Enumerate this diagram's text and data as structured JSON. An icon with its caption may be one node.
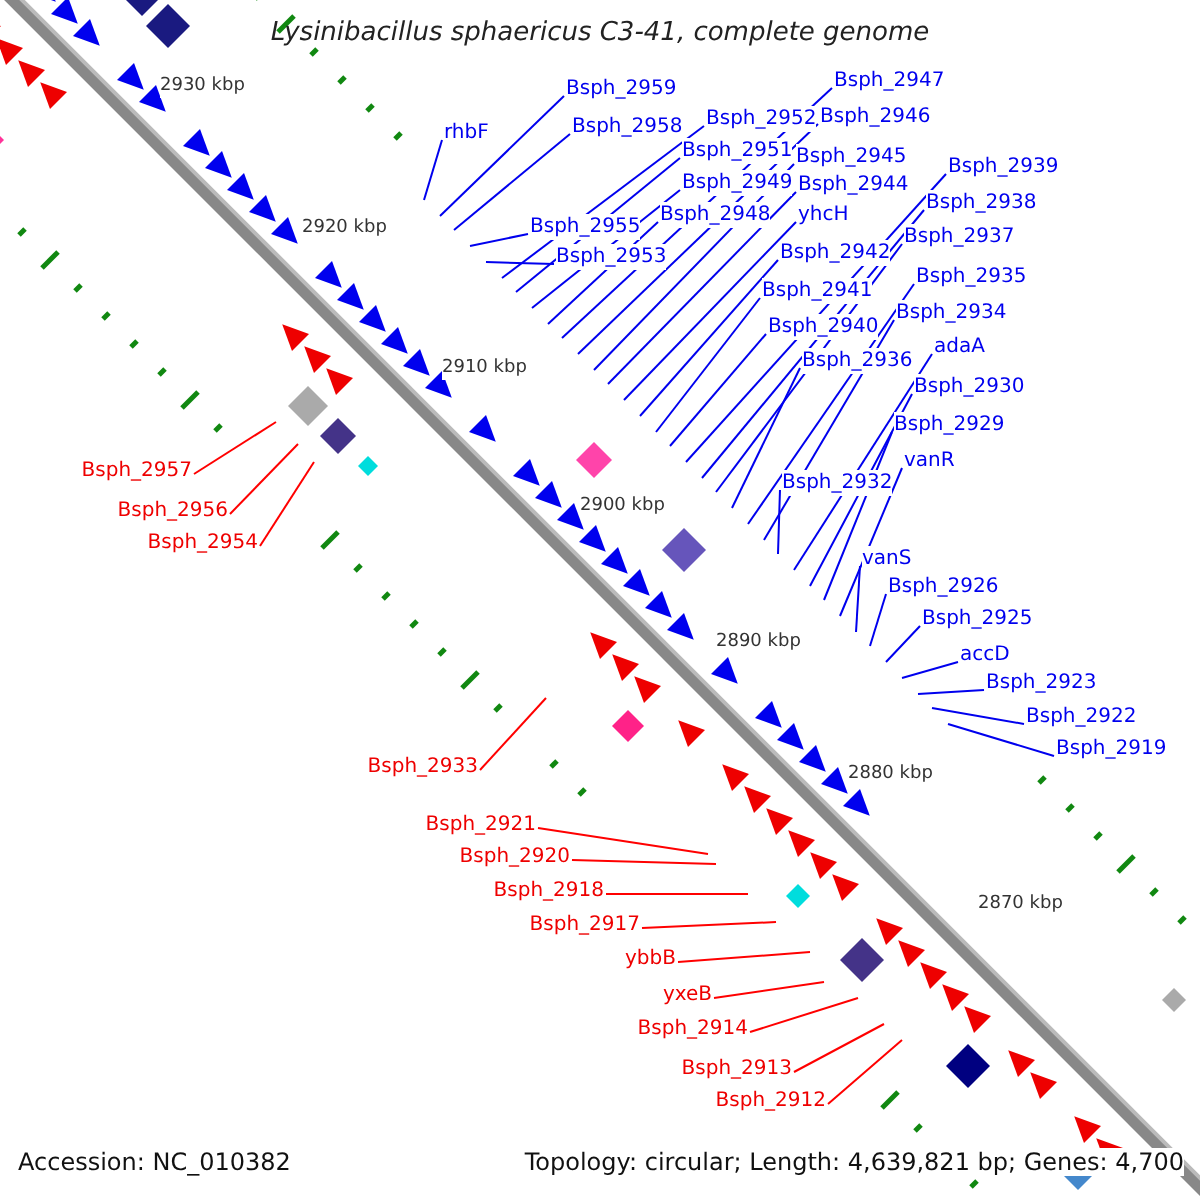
{
  "diagram": {
    "title": "Lysinibacillus sphaericus C3-41, complete genome",
    "nodes": [
      {
        "text": [
          "rhbF"
        ]
      },
      {
        "text": [
          "Bsph_2959"
        ]
      },
      {
        "text": [
          "Bsph_2958"
        ]
      },
      {
        "text": [
          "Bsph_2955"
        ]
      },
      {
        "text": [
          "Bsph_2953"
        ]
      },
      {
        "text": [
          "Bsph_2952"
        ]
      },
      {
        "text": [
          "Bsph_2951"
        ]
      },
      {
        "text": [
          "Bsph_2949"
        ]
      },
      {
        "text": [
          "Bsph_2948"
        ]
      },
      {
        "text": [
          "Bsph_2947"
        ]
      },
      {
        "text": [
          "Bsph_2946"
        ]
      },
      {
        "text": [
          "Bsph_2945"
        ]
      },
      {
        "text": [
          "Bsph_2944"
        ]
      },
      {
        "text": [
          "yhcH"
        ]
      },
      {
        "text": [
          "Bsph_2942"
        ]
      },
      {
        "text": [
          "Bsph_2941"
        ]
      },
      {
        "text": [
          "Bsph_2940"
        ]
      },
      {
        "text": [
          "Bsph_2939"
        ]
      },
      {
        "text": [
          "Bsph_2938"
        ]
      },
      {
        "text": [
          "Bsph_2937"
        ]
      },
      {
        "text": [
          "Bsph_2935"
        ]
      },
      {
        "text": [
          "Bsph_2934"
        ]
      },
      {
        "text": [
          "Bsph_2936"
        ]
      },
      {
        "text": [
          "adaA"
        ]
      },
      {
        "text": [
          "Bsph_2930"
        ]
      },
      {
        "text": [
          "Bsph_2929"
        ]
      },
      {
        "text": [
          "vanR"
        ]
      },
      {
        "text": [
          "Bsph_2932"
        ]
      },
      {
        "text": [
          "vanS"
        ]
      },
      {
        "text": [
          "Bsph_2926"
        ]
      },
      {
        "text": [
          "Bsph_2925"
        ]
      },
      {
        "text": [
          "accD"
        ]
      },
      {
        "text": [
          "Bsph_2923"
        ]
      },
      {
        "text": [
          "Bsph_2922"
        ]
      },
      {
        "text": [
          "Bsph_2919"
        ]
      },
      {
        "text": [
          "Bsph_2957"
        ]
      },
      {
        "text": [
          "Bsph_2956"
        ]
      },
      {
        "text": [
          "Bsph_2954"
        ]
      },
      {
        "text": [
          "Bsph_2933"
        ]
      },
      {
        "text": [
          "Bsph_2921"
        ]
      },
      {
        "text": [
          "Bsph_2920"
        ]
      },
      {
        "text": [
          "Bsph_2918"
        ]
      },
      {
        "text": [
          "Bsph_2917"
        ]
      },
      {
        "text": [
          "ybbB"
        ]
      },
      {
        "text": [
          "yxeB"
        ]
      },
      {
        "text": [
          "Bsph_2914"
        ]
      },
      {
        "text": [
          "Bsph_2913"
        ]
      },
      {
        "text": [
          "Bsph_2912"
        ]
      }
    ],
    "edges": [
      {
        "from": 0,
        "to": null,
        "arrow": "none"
      },
      {
        "from": 1,
        "to": null,
        "arrow": "none"
      },
      {
        "from": 2,
        "to": null,
        "arrow": "none"
      },
      {
        "from": 3,
        "to": null,
        "arrow": "none"
      },
      {
        "from": 4,
        "to": null,
        "arrow": "none"
      },
      {
        "from": 5,
        "to": null,
        "arrow": "none"
      },
      {
        "from": 6,
        "to": null,
        "arrow": "none"
      },
      {
        "from": 7,
        "to": null,
        "arrow": "none"
      },
      {
        "from": 8,
        "to": null,
        "arrow": "none"
      },
      {
        "from": 9,
        "to": null,
        "arrow": "none"
      },
      {
        "from": 10,
        "to": null,
        "arrow": "none"
      },
      {
        "from": 11,
        "to": null,
        "arrow": "none"
      },
      {
        "from": 12,
        "to": null,
        "arrow": "none"
      },
      {
        "from": 13,
        "to": null,
        "arrow": "none"
      },
      {
        "from": 14,
        "to": null,
        "arrow": "none"
      },
      {
        "from": 15,
        "to": null,
        "arrow": "none"
      },
      {
        "from": 16,
        "to": null,
        "arrow": "none"
      },
      {
        "from": 17,
        "to": null,
        "arrow": "none"
      },
      {
        "from": 18,
        "to": null,
        "arrow": "none"
      },
      {
        "from": 19,
        "to": null,
        "arrow": "none"
      },
      {
        "from": 20,
        "to": null,
        "arrow": "none"
      },
      {
        "from": 21,
        "to": null,
        "arrow": "none"
      },
      {
        "from": 22,
        "to": null,
        "arrow": "none"
      },
      {
        "from": 23,
        "to": null,
        "arrow": "none"
      },
      {
        "from": 24,
        "to": null,
        "arrow": "none"
      },
      {
        "from": 25,
        "to": null,
        "arrow": "none"
      },
      {
        "from": 26,
        "to": null,
        "arrow": "none"
      },
      {
        "from": 27,
        "to": null,
        "arrow": "none"
      },
      {
        "from": 28,
        "to": null,
        "arrow": "none"
      },
      {
        "from": 29,
        "to": null,
        "arrow": "none"
      },
      {
        "from": 30,
        "to": null,
        "arrow": "none"
      },
      {
        "from": 31,
        "to": null,
        "arrow": "none"
      },
      {
        "from": 32,
        "to": null,
        "arrow": "none"
      },
      {
        "from": 33,
        "to": null,
        "arrow": "none"
      },
      {
        "from": 34,
        "to": null,
        "arrow": "none"
      },
      {
        "from": 35,
        "to": null,
        "arrow": "none",
        "color": "#ff0000"
      },
      {
        "from": 36,
        "to": null,
        "arrow": "none",
        "color": "#ff0000"
      },
      {
        "from": 37,
        "to": null,
        "arrow": "none",
        "color": "#ff0000"
      },
      {
        "from": 38,
        "to": null,
        "arrow": "none",
        "color": "#ff0000"
      },
      {
        "from": 39,
        "to": null,
        "arrow": "none",
        "color": "#ff0000"
      },
      {
        "from": 40,
        "to": null,
        "arrow": "none",
        "color": "#ff0000"
      },
      {
        "from": 41,
        "to": null,
        "arrow": "none",
        "color": "#ff0000"
      },
      {
        "from": 42,
        "to": null,
        "arrow": "none",
        "color": "#ff0000"
      },
      {
        "from": 43,
        "to": null,
        "arrow": "none",
        "color": "#ff0000"
      },
      {
        "from": 44,
        "to": null,
        "arrow": "none",
        "color": "#ff0000"
      },
      {
        "from": 45,
        "to": null,
        "arrow": "none",
        "color": "#ff0000"
      },
      {
        "from": 46,
        "to": null,
        "arrow": "none",
        "color": "#ff0000"
      },
      {
        "from": 47,
        "to": null,
        "arrow": "none",
        "color": "#ff0000"
      }
    ],
    "labels": [
      "2930 kbp",
      "2920 kbp",
      "2910 kbp",
      "2900 kbp",
      "2890 kbp",
      "2880 kbp",
      "2870 kbp",
      "Accession: NC_010382",
      "Topology: circular; Length: 4,639,821 bp; Genes: 4,700"
    ]
  }
}
